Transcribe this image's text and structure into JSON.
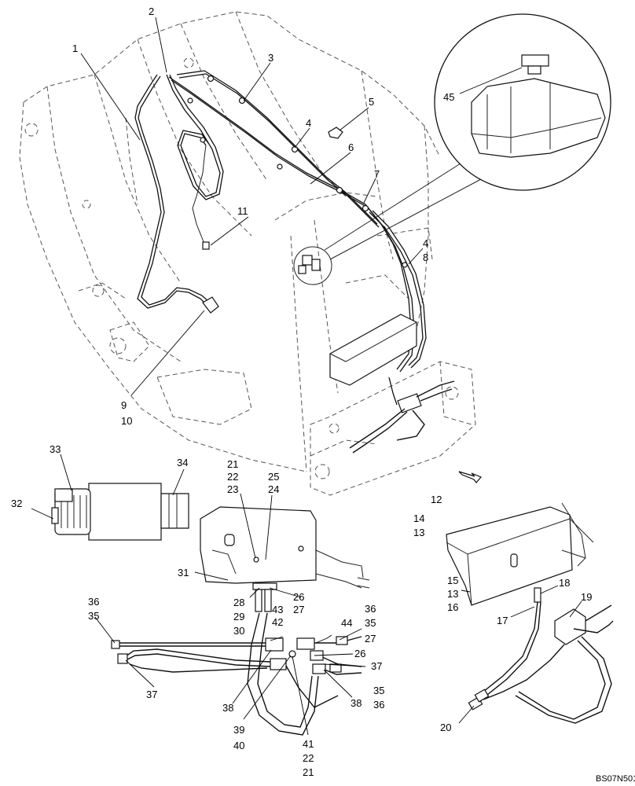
{
  "drawing_code": "BS07N501",
  "callouts": {
    "c1": "1",
    "c2": "2",
    "c3": "3",
    "c4a": "4",
    "c5": "5",
    "c6": "6",
    "c7": "7",
    "c4b": "4",
    "c8": "8",
    "c9": "9",
    "c10": "10",
    "c11": "11",
    "c45": "45",
    "c33": "33",
    "c34": "34",
    "c32": "32",
    "c21a": "21",
    "c22a": "22",
    "c23": "23",
    "c25": "25",
    "c24": "24",
    "c31": "31",
    "c28": "28",
    "c29": "29",
    "c30": "30",
    "c26a": "26",
    "c27a": "27",
    "c36a": "36",
    "c35a": "35",
    "c43": "43",
    "c42": "42",
    "c44": "44",
    "c36b": "36",
    "c35b": "35",
    "c27b": "27",
    "c26b": "26",
    "c37a": "37",
    "c37b": "37",
    "c38a": "38",
    "c38b": "38",
    "c35c": "35",
    "c36c": "36",
    "c39": "39",
    "c40": "40",
    "c41": "41",
    "c22b": "22",
    "c21b": "21",
    "c12": "12",
    "c14": "14",
    "c13a": "13",
    "c15": "15",
    "c13b": "13",
    "c16": "16",
    "c18": "18",
    "c19": "19",
    "c17": "17",
    "c20": "20"
  }
}
